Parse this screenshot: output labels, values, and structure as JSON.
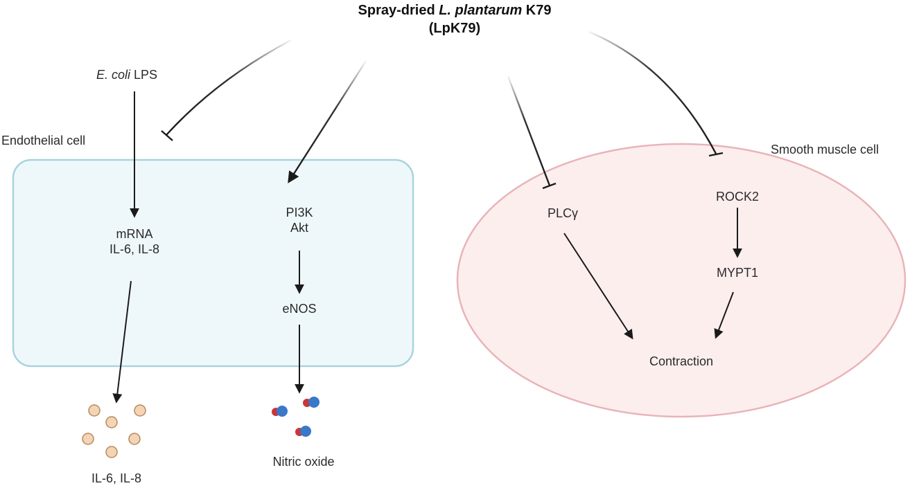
{
  "title": {
    "line1_a": "Spray-dried ",
    "line1_species": "L. plantarum",
    "line1_b": " K79",
    "line2": "(LpK79)"
  },
  "stimulus": {
    "species": "E. coli",
    "name": " LPS"
  },
  "cells": {
    "endothelial": {
      "label": "Endothelial cell",
      "mrna_line1": "mRNA",
      "mrna_line2": "IL-6, IL-8",
      "pi3k": "PI3K",
      "akt": "Akt",
      "enos": "eNOS",
      "fill": "#eef8fb",
      "stroke": "#a9d3de"
    },
    "smooth_muscle": {
      "label": "Smooth muscle cell",
      "plcg": "PLCγ",
      "rock2": "ROCK2",
      "mypt1": "MYPT1",
      "contraction": "Contraction",
      "fill": "#fdeeee",
      "stroke": "#e8b4b8"
    }
  },
  "products": {
    "cytokines": "IL-6, IL-8",
    "nitric_oxide": "Nitric oxide",
    "cytokine_fill": "#f3d5b5",
    "cytokine_stroke": "#b8895c",
    "no_blue": "#3a78c9",
    "no_red": "#c8373a"
  }
}
